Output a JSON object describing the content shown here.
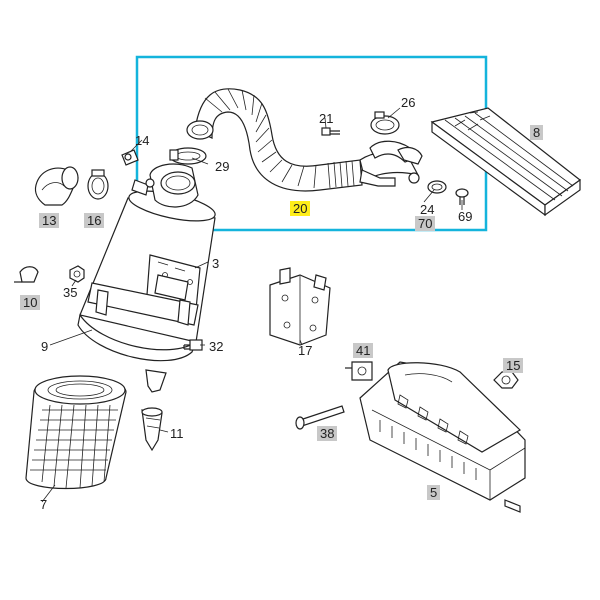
{
  "highlight": {
    "color": "#14b4dc"
  },
  "callouts": {
    "c3": "3",
    "c5": "5",
    "c7": "7",
    "c8": "8",
    "c9": "9",
    "c10": "10",
    "c11": "11",
    "c13": "13",
    "c14": "14",
    "c15": "15",
    "c16": "16",
    "c17": "17",
    "c20": "20",
    "c21": "21",
    "c24": "24",
    "c26": "26",
    "c29": "29",
    "c32": "32",
    "c35": "35",
    "c38": "38",
    "c41": "41",
    "c69": "69",
    "c70": "70"
  },
  "colors": {
    "boxed_label_bg": "#c8c8c8",
    "highlight_label_bg": "#ffee1a"
  }
}
